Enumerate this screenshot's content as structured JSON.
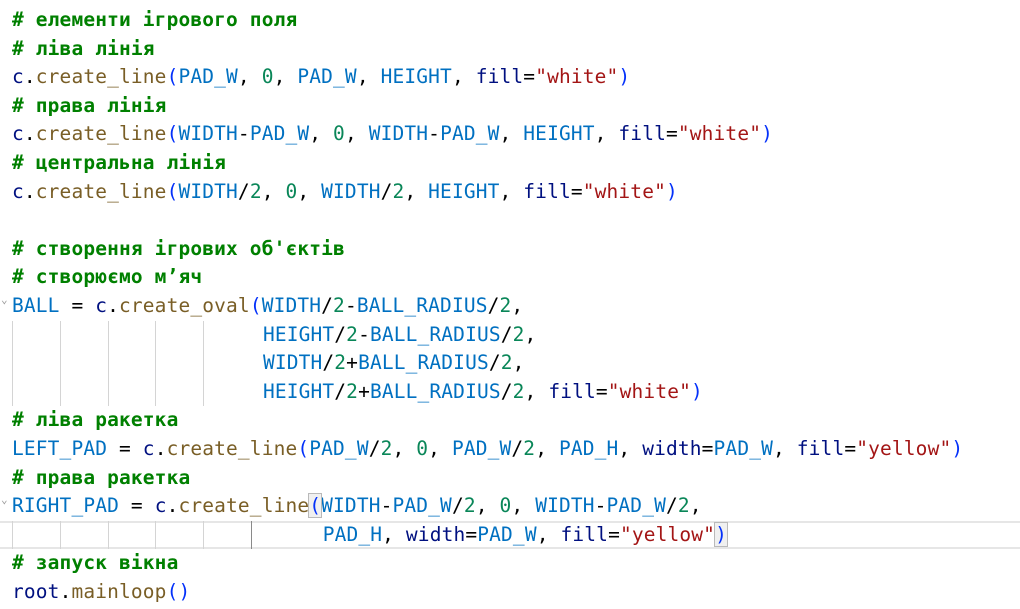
{
  "lines": [
    {
      "tokens": [
        {
          "t": "# елементи ігрового поля",
          "k": "comment"
        }
      ]
    },
    {
      "tokens": [
        {
          "t": "# ліва лінія",
          "k": "comment"
        }
      ]
    },
    {
      "tokens": [
        {
          "t": "c",
          "k": "ident"
        },
        {
          "t": ".",
          "k": "punct"
        },
        {
          "t": "create_line",
          "k": "func"
        },
        {
          "t": "(",
          "k": "brk"
        },
        {
          "t": "PAD_W",
          "k": "const"
        },
        {
          "t": ", ",
          "k": "punct"
        },
        {
          "t": "0",
          "k": "num"
        },
        {
          "t": ", ",
          "k": "punct"
        },
        {
          "t": "PAD_W",
          "k": "const"
        },
        {
          "t": ", ",
          "k": "punct"
        },
        {
          "t": "HEIGHT",
          "k": "const"
        },
        {
          "t": ", ",
          "k": "punct"
        },
        {
          "t": "fill",
          "k": "param"
        },
        {
          "t": "=",
          "k": "op"
        },
        {
          "t": "\"white\"",
          "k": "str"
        },
        {
          "t": ")",
          "k": "brk"
        }
      ]
    },
    {
      "tokens": [
        {
          "t": "# права лінія",
          "k": "comment"
        }
      ]
    },
    {
      "tokens": [
        {
          "t": "c",
          "k": "ident"
        },
        {
          "t": ".",
          "k": "punct"
        },
        {
          "t": "create_line",
          "k": "func"
        },
        {
          "t": "(",
          "k": "brk"
        },
        {
          "t": "WIDTH",
          "k": "const"
        },
        {
          "t": "-",
          "k": "op"
        },
        {
          "t": "PAD_W",
          "k": "const"
        },
        {
          "t": ", ",
          "k": "punct"
        },
        {
          "t": "0",
          "k": "num"
        },
        {
          "t": ", ",
          "k": "punct"
        },
        {
          "t": "WIDTH",
          "k": "const"
        },
        {
          "t": "-",
          "k": "op"
        },
        {
          "t": "PAD_W",
          "k": "const"
        },
        {
          "t": ", ",
          "k": "punct"
        },
        {
          "t": "HEIGHT",
          "k": "const"
        },
        {
          "t": ", ",
          "k": "punct"
        },
        {
          "t": "fill",
          "k": "param"
        },
        {
          "t": "=",
          "k": "op"
        },
        {
          "t": "\"white\"",
          "k": "str"
        },
        {
          "t": ")",
          "k": "brk"
        }
      ]
    },
    {
      "tokens": [
        {
          "t": "# центральна лінія",
          "k": "comment"
        }
      ]
    },
    {
      "tokens": [
        {
          "t": "c",
          "k": "ident"
        },
        {
          "t": ".",
          "k": "punct"
        },
        {
          "t": "create_line",
          "k": "func"
        },
        {
          "t": "(",
          "k": "brk"
        },
        {
          "t": "WIDTH",
          "k": "const"
        },
        {
          "t": "/",
          "k": "op"
        },
        {
          "t": "2",
          "k": "num"
        },
        {
          "t": ", ",
          "k": "punct"
        },
        {
          "t": "0",
          "k": "num"
        },
        {
          "t": ", ",
          "k": "punct"
        },
        {
          "t": "WIDTH",
          "k": "const"
        },
        {
          "t": "/",
          "k": "op"
        },
        {
          "t": "2",
          "k": "num"
        },
        {
          "t": ", ",
          "k": "punct"
        },
        {
          "t": "HEIGHT",
          "k": "const"
        },
        {
          "t": ", ",
          "k": "punct"
        },
        {
          "t": "fill",
          "k": "param"
        },
        {
          "t": "=",
          "k": "op"
        },
        {
          "t": "\"white\"",
          "k": "str"
        },
        {
          "t": ")",
          "k": "brk"
        }
      ]
    },
    {
      "tokens": []
    },
    {
      "tokens": [
        {
          "t": "# створення ігрових об'єктів",
          "k": "comment"
        }
      ]
    },
    {
      "tokens": [
        {
          "t": "# створюємо м’яч",
          "k": "comment"
        }
      ]
    },
    {
      "fold": true,
      "tokens": [
        {
          "t": "BALL",
          "k": "const"
        },
        {
          "t": " = ",
          "k": "op"
        },
        {
          "t": "c",
          "k": "ident"
        },
        {
          "t": ".",
          "k": "punct"
        },
        {
          "t": "create_oval",
          "k": "func"
        },
        {
          "t": "(",
          "k": "brk"
        },
        {
          "t": "WIDTH",
          "k": "const"
        },
        {
          "t": "/",
          "k": "op"
        },
        {
          "t": "2",
          "k": "num"
        },
        {
          "t": "-",
          "k": "op"
        },
        {
          "t": "BALL_RADIUS",
          "k": "const"
        },
        {
          "t": "/",
          "k": "op"
        },
        {
          "t": "2",
          "k": "num"
        },
        {
          "t": ",",
          "k": "punct"
        }
      ]
    },
    {
      "guides": 5,
      "indent": 21,
      "tokens": [
        {
          "t": "HEIGHT",
          "k": "const"
        },
        {
          "t": "/",
          "k": "op"
        },
        {
          "t": "2",
          "k": "num"
        },
        {
          "t": "-",
          "k": "op"
        },
        {
          "t": "BALL_RADIUS",
          "k": "const"
        },
        {
          "t": "/",
          "k": "op"
        },
        {
          "t": "2",
          "k": "num"
        },
        {
          "t": ",",
          "k": "punct"
        }
      ]
    },
    {
      "guides": 5,
      "indent": 21,
      "tokens": [
        {
          "t": "WIDTH",
          "k": "const"
        },
        {
          "t": "/",
          "k": "op"
        },
        {
          "t": "2",
          "k": "num"
        },
        {
          "t": "+",
          "k": "op"
        },
        {
          "t": "BALL_RADIUS",
          "k": "const"
        },
        {
          "t": "/",
          "k": "op"
        },
        {
          "t": "2",
          "k": "num"
        },
        {
          "t": ",",
          "k": "punct"
        }
      ]
    },
    {
      "guides": 5,
      "indent": 21,
      "tokens": [
        {
          "t": "HEIGHT",
          "k": "const"
        },
        {
          "t": "/",
          "k": "op"
        },
        {
          "t": "2",
          "k": "num"
        },
        {
          "t": "+",
          "k": "op"
        },
        {
          "t": "BALL_RADIUS",
          "k": "const"
        },
        {
          "t": "/",
          "k": "op"
        },
        {
          "t": "2",
          "k": "num"
        },
        {
          "t": ", ",
          "k": "punct"
        },
        {
          "t": "fill",
          "k": "param"
        },
        {
          "t": "=",
          "k": "op"
        },
        {
          "t": "\"white\"",
          "k": "str"
        },
        {
          "t": ")",
          "k": "brk"
        }
      ]
    },
    {
      "tokens": [
        {
          "t": "# ліва ракетка",
          "k": "comment"
        }
      ]
    },
    {
      "tokens": [
        {
          "t": "LEFT_PAD",
          "k": "const"
        },
        {
          "t": " = ",
          "k": "op"
        },
        {
          "t": "c",
          "k": "ident"
        },
        {
          "t": ".",
          "k": "punct"
        },
        {
          "t": "create_line",
          "k": "func"
        },
        {
          "t": "(",
          "k": "brk"
        },
        {
          "t": "PAD_W",
          "k": "const"
        },
        {
          "t": "/",
          "k": "op"
        },
        {
          "t": "2",
          "k": "num"
        },
        {
          "t": ", ",
          "k": "punct"
        },
        {
          "t": "0",
          "k": "num"
        },
        {
          "t": ", ",
          "k": "punct"
        },
        {
          "t": "PAD_W",
          "k": "const"
        },
        {
          "t": "/",
          "k": "op"
        },
        {
          "t": "2",
          "k": "num"
        },
        {
          "t": ", ",
          "k": "punct"
        },
        {
          "t": "PAD_H",
          "k": "const"
        },
        {
          "t": ", ",
          "k": "punct"
        },
        {
          "t": "width",
          "k": "param"
        },
        {
          "t": "=",
          "k": "op"
        },
        {
          "t": "PAD_W",
          "k": "const"
        },
        {
          "t": ", ",
          "k": "punct"
        },
        {
          "t": "fill",
          "k": "param"
        },
        {
          "t": "=",
          "k": "op"
        },
        {
          "t": "\"yellow\"",
          "k": "str"
        },
        {
          "t": ")",
          "k": "brk"
        }
      ]
    },
    {
      "tokens": [
        {
          "t": "# права ракетка",
          "k": "comment"
        }
      ]
    },
    {
      "fold": true,
      "tokens": [
        {
          "t": "RIGHT_PAD",
          "k": "const"
        },
        {
          "t": " = ",
          "k": "op"
        },
        {
          "t": "c",
          "k": "ident"
        },
        {
          "t": ".",
          "k": "punct"
        },
        {
          "t": "create_line",
          "k": "func"
        },
        {
          "t": "(",
          "k": "brk",
          "match": true
        },
        {
          "t": "WIDTH",
          "k": "const"
        },
        {
          "t": "-",
          "k": "op"
        },
        {
          "t": "PAD_W",
          "k": "const"
        },
        {
          "t": "/",
          "k": "op"
        },
        {
          "t": "2",
          "k": "num"
        },
        {
          "t": ", ",
          "k": "punct"
        },
        {
          "t": "0",
          "k": "num"
        },
        {
          "t": ", ",
          "k": "punct"
        },
        {
          "t": "WIDTH",
          "k": "const"
        },
        {
          "t": "-",
          "k": "op"
        },
        {
          "t": "PAD_W",
          "k": "const"
        },
        {
          "t": "/",
          "k": "op"
        },
        {
          "t": "2",
          "k": "num"
        },
        {
          "t": ",",
          "k": "punct"
        }
      ]
    },
    {
      "current": true,
      "guides": 6,
      "activeGuide": 6,
      "indent": 26,
      "tokens": [
        {
          "t": "PAD_H",
          "k": "const"
        },
        {
          "t": ", ",
          "k": "punct"
        },
        {
          "t": "width",
          "k": "param"
        },
        {
          "t": "=",
          "k": "op"
        },
        {
          "t": "PAD_W",
          "k": "const"
        },
        {
          "t": ", ",
          "k": "punct"
        },
        {
          "t": "fill",
          "k": "param"
        },
        {
          "t": "=",
          "k": "op"
        },
        {
          "t": "\"yellow\"",
          "k": "str"
        },
        {
          "t": ")",
          "k": "brk",
          "match": true
        }
      ]
    },
    {
      "tokens": [
        {
          "t": "# запуск вікна",
          "k": "comment"
        }
      ]
    },
    {
      "tokens": [
        {
          "t": "root",
          "k": "ident"
        },
        {
          "t": ".",
          "k": "punct"
        },
        {
          "t": "mainloop",
          "k": "func"
        },
        {
          "t": "(",
          "k": "brk"
        },
        {
          "t": ")",
          "k": "brk"
        }
      ]
    }
  ]
}
